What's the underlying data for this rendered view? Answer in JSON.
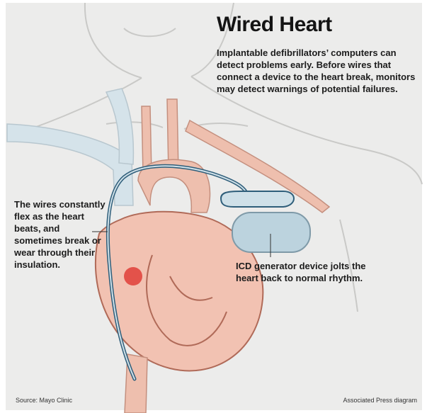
{
  "title": "Wired Heart",
  "intro": "Implantable defibrillators’ computers can detect problems early. Before wires that connect a device to the heart break, monitors may detect warnings of potential failures.",
  "labels": {
    "wires": "The wires constantly flex as the heart beats, and sometimes break or wear through their insulation.",
    "icd": "ICD generator device jolts the heart back to normal rhythm."
  },
  "footer": {
    "source": "Source: Mayo Clinic",
    "credit": "Associated Press diagram"
  },
  "colors": {
    "background": "#ececeb",
    "skin_outline": "#c9c9c7",
    "vessel_blue": "#d5e3ea",
    "artery_pink": "#eebfae",
    "heart_fill": "#f2c2b2",
    "heart_outline": "#b06a58",
    "wire": "#2f5e7a",
    "icd_device": "#bcd3de",
    "red_spot": "#e3524a"
  }
}
